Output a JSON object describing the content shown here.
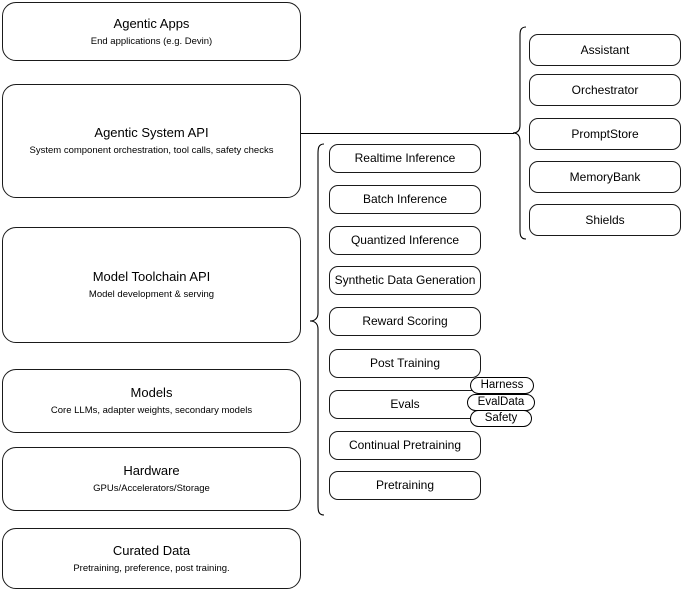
{
  "diagram": {
    "title": "Agentic stack layered architecture",
    "background_color": "#ffffff",
    "stroke_color": "#000000"
  },
  "left_stack": {
    "name": "platform-layers",
    "items": [
      {
        "title": "Agentic Apps",
        "subtitle": "End applications (e.g. Devin)"
      },
      {
        "title": "Agentic System API",
        "subtitle": "System component orchestration, tool calls, safety checks"
      },
      {
        "title": "Model Toolchain API",
        "subtitle": "Model development & serving"
      },
      {
        "title": "Models",
        "subtitle": "Core LLMs, adapter weights, secondary models"
      },
      {
        "title": "Hardware",
        "subtitle": "GPUs/Accelerators/Storage"
      },
      {
        "title": "Curated Data",
        "subtitle": "Pretraining, preference, post training."
      }
    ]
  },
  "middle_stack": {
    "name": "model-toolchain-capabilities",
    "items": [
      {
        "label": "Realtime Inference"
      },
      {
        "label": "Batch Inference"
      },
      {
        "label": "Quantized Inference"
      },
      {
        "label": "Synthetic Data Generation"
      },
      {
        "label": "Reward Scoring"
      },
      {
        "label": "Post Training"
      },
      {
        "label": "Evals"
      },
      {
        "label": "Continual Pretraining"
      },
      {
        "label": "Pretraining"
      }
    ]
  },
  "evals_badges": {
    "name": "evals-subcomponents",
    "items": [
      {
        "label": "Harness"
      },
      {
        "label": "EvalData"
      },
      {
        "label": "Safety"
      }
    ]
  },
  "right_stack": {
    "name": "agentic-system-components",
    "items": [
      {
        "label": "Assistant"
      },
      {
        "label": "Orchestrator"
      },
      {
        "label": "PromptStore"
      },
      {
        "label": "MemoryBank"
      },
      {
        "label": "Shields"
      }
    ]
  }
}
